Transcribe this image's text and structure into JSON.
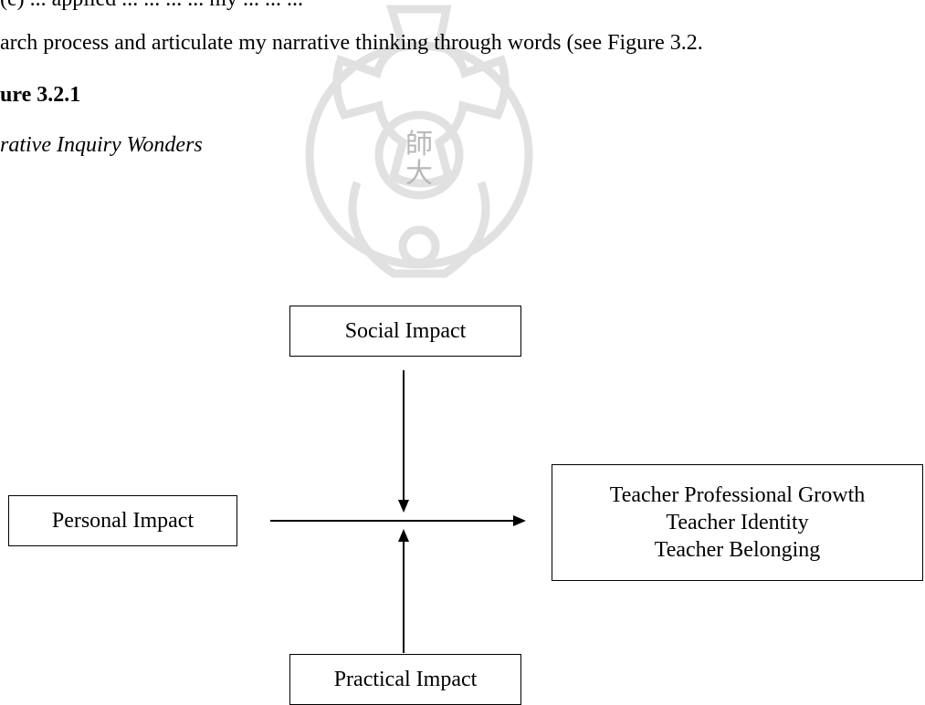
{
  "text": {
    "line_top": "(e) ... applied ... ... ... ... my ... ... ...",
    "line_2": "arch process and articulate my narrative thinking through words (see Figure 3.2.",
    "figure_label": "ure 3.2.1",
    "figure_caption": "rative Inquiry Wonders"
  },
  "diagram": {
    "social": "Social Impact",
    "personal": "Personal Impact",
    "practical": "Practical Impact",
    "outcomes": [
      "Teacher Professional Growth",
      "Teacher Identity",
      "Teacher Belonging"
    ]
  },
  "watermark": {
    "glyph_top": "師",
    "glyph_bottom": "大",
    "color": "#b8b8b8"
  }
}
